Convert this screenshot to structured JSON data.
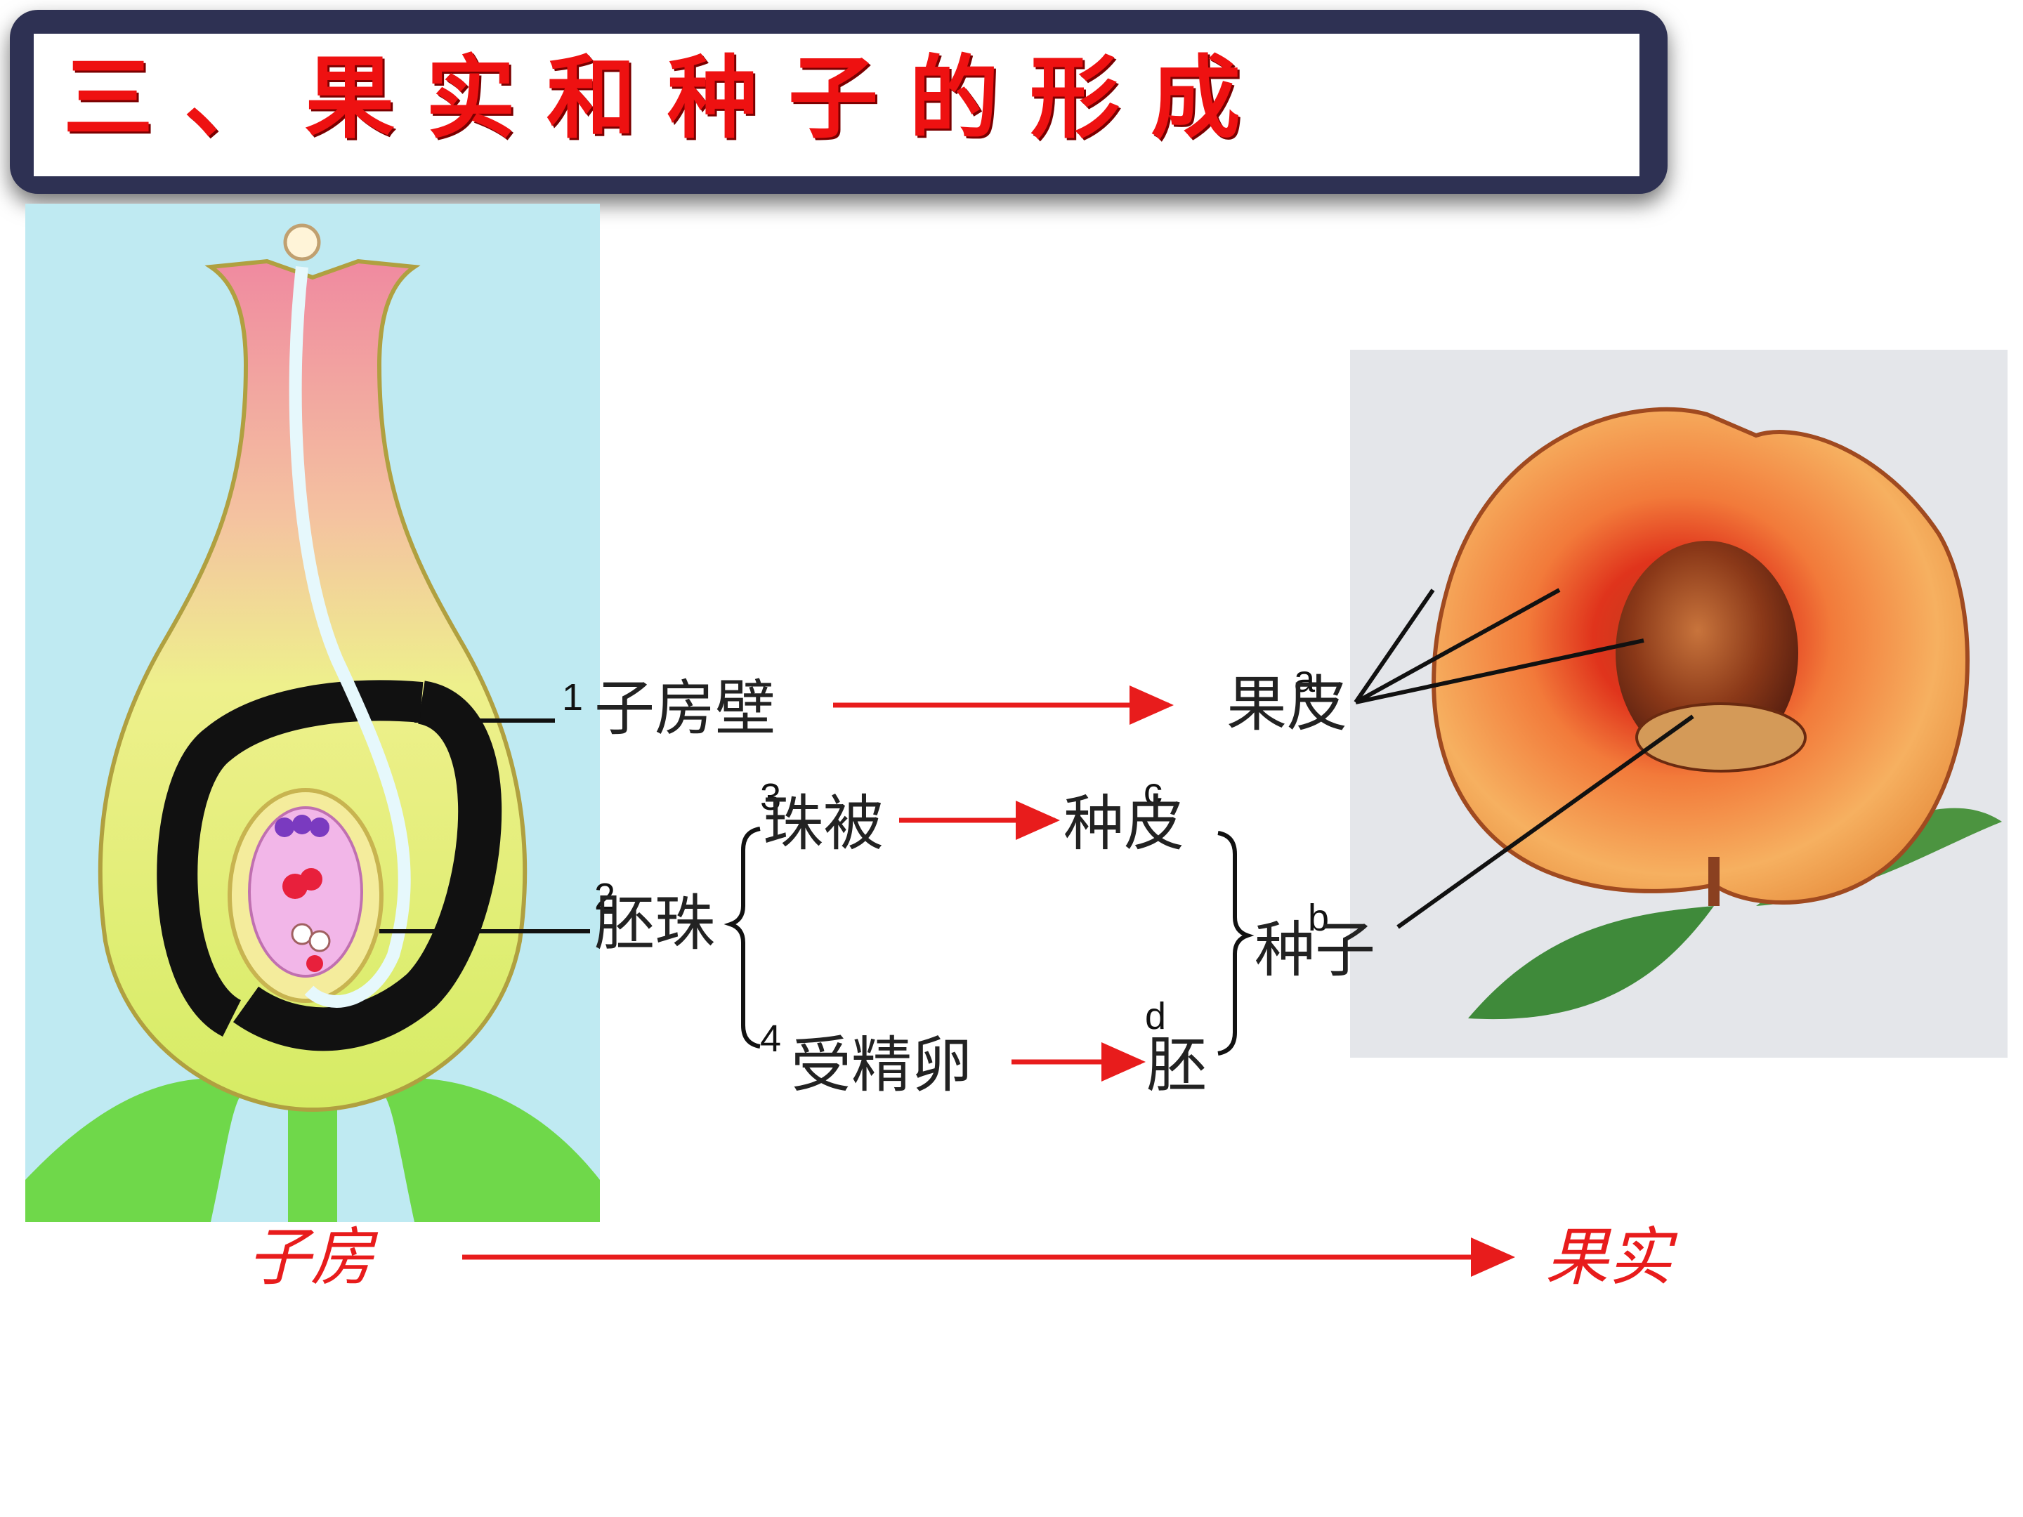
{
  "title": "三、果实和种子的形成",
  "labels": {
    "ovary_wall": "子房壁",
    "ovule": "胚珠",
    "integument": "珠被",
    "fertilized_egg": "受精卵",
    "pericarp": "果皮",
    "seed_coat": "种皮",
    "embryo": "胚",
    "seed": "种子",
    "ovary": "子房",
    "fruit": "果实"
  },
  "numbers": {
    "n1": "1",
    "n2": "2",
    "n3": "3",
    "n4": "4"
  },
  "letters": {
    "a": "a",
    "b": "b",
    "c": "c",
    "d": "d"
  },
  "colors": {
    "arrow": "#e81c1c",
    "title": "#ee1111",
    "frame": "#2e3153"
  }
}
